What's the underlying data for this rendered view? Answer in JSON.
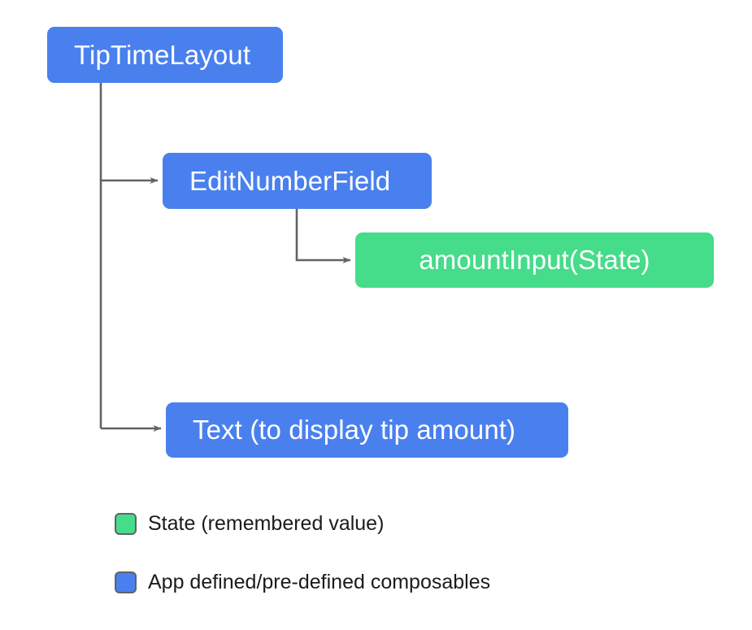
{
  "diagram": {
    "type": "hierarchy-tree",
    "colors": {
      "composable_blue": "#4a80ee",
      "state_green": "#45dc8a",
      "connector_gray": "#5f6368",
      "text_white": "#ffffff",
      "legend_text": "#1b1b1b",
      "background": "#ffffff"
    },
    "nodes": [
      {
        "id": "tiptimelayout",
        "label": "TipTimeLayout",
        "kind": "composable",
        "align": "left"
      },
      {
        "id": "editnumberfield",
        "label": "EditNumberField",
        "kind": "composable",
        "align": "left"
      },
      {
        "id": "amountinput",
        "label": "amountInput(State)",
        "kind": "state",
        "align": "center"
      },
      {
        "id": "text-tip",
        "label": "Text (to display tip amount)",
        "kind": "composable",
        "align": "left"
      }
    ],
    "edges": [
      {
        "from": "tiptimelayout",
        "to": "editnumberfield"
      },
      {
        "from": "tiptimelayout",
        "to": "text-tip"
      },
      {
        "from": "editnumberfield",
        "to": "amountinput"
      }
    ]
  },
  "legend": {
    "items": [
      {
        "swatch": "#45dc8a",
        "label": "State (remembered value)"
      },
      {
        "swatch": "#4a80ee",
        "label": "App defined/pre-defined composables"
      }
    ]
  }
}
